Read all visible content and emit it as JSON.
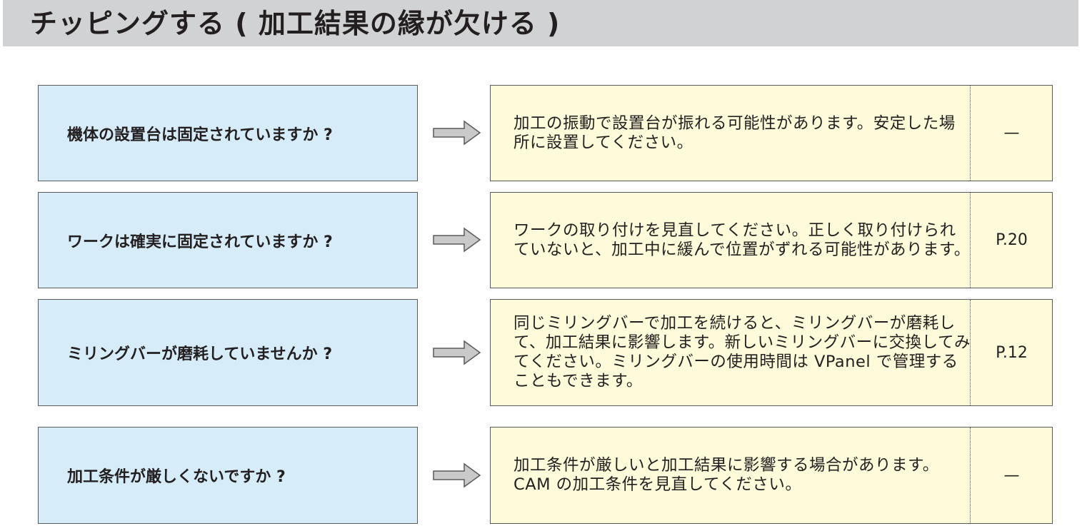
{
  "header": {
    "title": "チッピングする ( 加工結果の縁が欠ける )"
  },
  "rows": [
    {
      "question": "機体の設置台は固定されていますか ?",
      "answer": "加工の振動で設置台が振れる可能性があります。安定した場所に設置してください。",
      "ref": "—"
    },
    {
      "question": "ワークは確実に固定されていますか ?",
      "answer": "ワークの取り付けを見直してください。正しく取り付けられていないと、加工中に緩んで位置がずれる可能性があります。",
      "ref": "P.20"
    },
    {
      "question": "ミリングバーが磨耗していませんか ?",
      "answer": "同じミリングバーで加工を続けると、ミリングバーが磨耗して、加工結果に影響します。新しいミリングバーに交換してみてください。ミリングバーの使用時間は VPanel で管理することもできます。",
      "ref": "P.12"
    },
    {
      "question": "加工条件が厳しくないですか ?",
      "answer": "加工条件が厳しいと加工結果に影響する場合があります。CAM の加工条件を見直してください。",
      "ref": "—"
    }
  ],
  "colors": {
    "header_bg": "#d1d2d4",
    "question_bg": "#d6edf9",
    "answer_bg": "#fdfbd9",
    "border": "#5a5a5a",
    "arrow_fill": "#c9c9c9"
  }
}
